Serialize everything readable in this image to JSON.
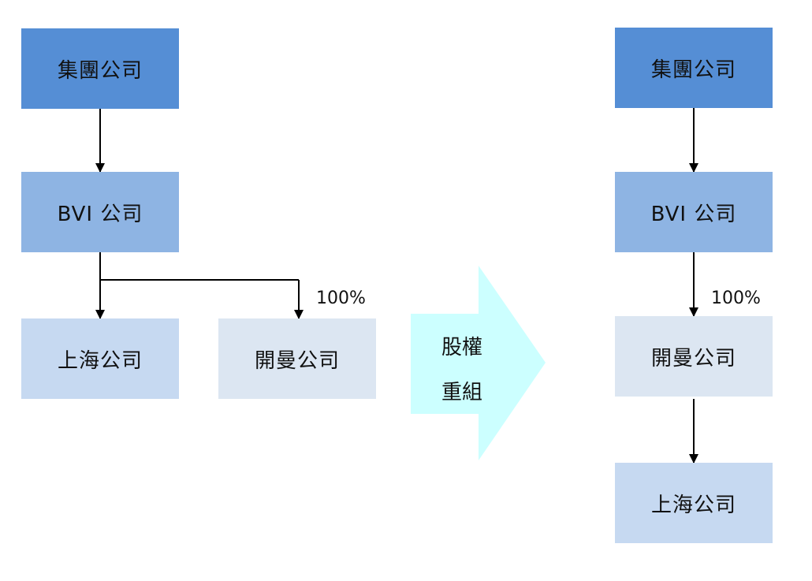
{
  "before": {
    "group_company": "集團公司",
    "bvi_company": "BVI 公司",
    "shanghai_company": "上海公司",
    "kaiman_company": "開曼公司",
    "kaiman_share": "100%"
  },
  "transition": {
    "line1": "股權",
    "line2": "重組"
  },
  "after": {
    "group_company": "集團公司",
    "bvi_company": "BVI 公司",
    "kaiman_share": "100%",
    "kaiman_company": "開曼公司",
    "shanghai_company": "上海公司"
  },
  "colors": {
    "level1": "#558ed5",
    "level2": "#8eb4e3",
    "level3": "#c6d9f1",
    "level4": "#dce6f2",
    "transition_arrow": "#ccffff"
  }
}
